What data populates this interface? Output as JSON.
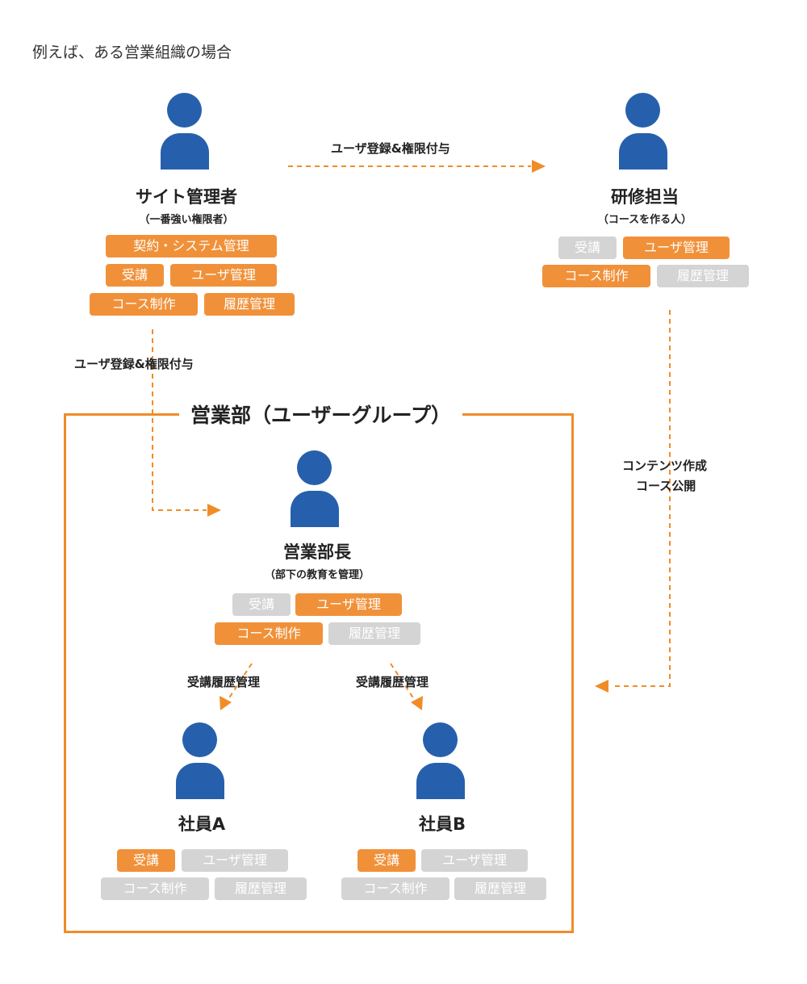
{
  "colors": {
    "accent": "#f08c28",
    "chip_on": "#f0913a",
    "chip_off": "#d4d4d4",
    "person": "#2660ad"
  },
  "heading": "例えば、ある営業組織の場合",
  "group": {
    "title": "営業部（ユーザーグループ）"
  },
  "roles": {
    "site_admin": {
      "title": "サイト管理者",
      "subtitle": "（一番強い権限者）",
      "perms": [
        {
          "label": "契約・システム管理",
          "enabled": true
        },
        {
          "label": "受講",
          "enabled": true
        },
        {
          "label": "ユーザ管理",
          "enabled": true
        },
        {
          "label": "コース制作",
          "enabled": true
        },
        {
          "label": "履歴管理",
          "enabled": true
        }
      ]
    },
    "trainer": {
      "title": "研修担当",
      "subtitle": "（コースを作る人）",
      "perms": [
        {
          "label": "受講",
          "enabled": false
        },
        {
          "label": "ユーザ管理",
          "enabled": true
        },
        {
          "label": "コース制作",
          "enabled": true
        },
        {
          "label": "履歴管理",
          "enabled": false
        }
      ]
    },
    "manager": {
      "title": "営業部長",
      "subtitle": "（部下の教育を管理）",
      "perms": [
        {
          "label": "受講",
          "enabled": false
        },
        {
          "label": "ユーザ管理",
          "enabled": true
        },
        {
          "label": "コース制作",
          "enabled": true
        },
        {
          "label": "履歴管理",
          "enabled": false
        }
      ]
    },
    "employee_a": {
      "title": "社員A",
      "perms": [
        {
          "label": "受講",
          "enabled": true
        },
        {
          "label": "ユーザ管理",
          "enabled": false
        },
        {
          "label": "コース制作",
          "enabled": false
        },
        {
          "label": "履歴管理",
          "enabled": false
        }
      ]
    },
    "employee_b": {
      "title": "社員B",
      "perms": [
        {
          "label": "受講",
          "enabled": true
        },
        {
          "label": "ユーザ管理",
          "enabled": false
        },
        {
          "label": "コース制作",
          "enabled": false
        },
        {
          "label": "履歴管理",
          "enabled": false
        }
      ]
    }
  },
  "connections": {
    "admin_to_trainer": "ユーザ登録&権限付与",
    "admin_to_manager": "ユーザ登録&権限付与",
    "trainer_to_group_line1": "コンテンツ作成",
    "trainer_to_group_line2": "コース公開",
    "manager_to_a": "受講履歴管理",
    "manager_to_b": "受講履歴管理"
  }
}
